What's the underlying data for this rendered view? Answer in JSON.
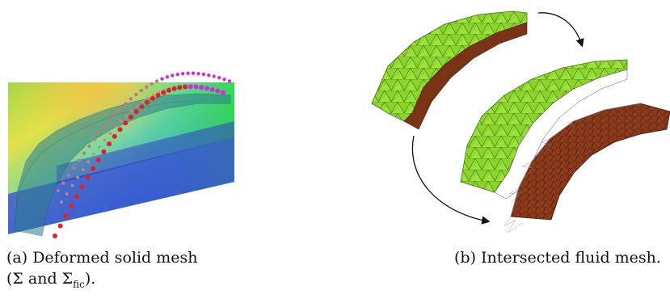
{
  "figure": {
    "panels": [
      {
        "caption_label": "(a)",
        "caption_line1": "Deformed solid mesh",
        "caption_line2_prefix": "(Σ and Σ",
        "caption_line2_subscript": "fic",
        "caption_line2_suffix": ")."
      },
      {
        "caption_label": "(b)",
        "caption_text": "Intersected fluid mesh."
      }
    ]
  },
  "colors": {
    "fluid_green": "#86d82a",
    "fluid_green_dark": "#4f8f12",
    "solid_brown": "#8b3a1c",
    "solid_brown_dark": "#5a2410",
    "marker_red": "#e41e2b",
    "marker_magenta": "#d62bd9",
    "arrow": "#111111"
  }
}
